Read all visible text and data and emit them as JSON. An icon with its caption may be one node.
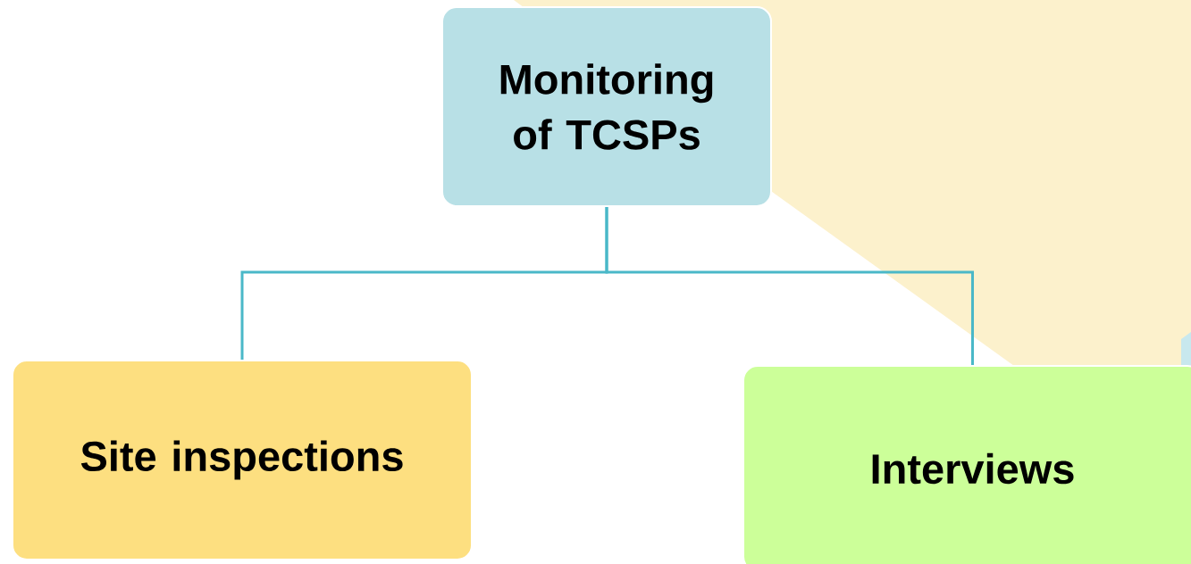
{
  "diagram": {
    "nodes": [
      {
        "text": [
          "Monitoring of TCSPs"
        ]
      },
      {
        "text": [
          "Site inspections"
        ]
      },
      {
        "text": [
          "Interviews"
        ]
      }
    ],
    "edges": [
      {
        "from": 0,
        "to": 1,
        "arrow": "none"
      },
      {
        "from": 0,
        "to": 2,
        "arrow": "none"
      }
    ]
  }
}
